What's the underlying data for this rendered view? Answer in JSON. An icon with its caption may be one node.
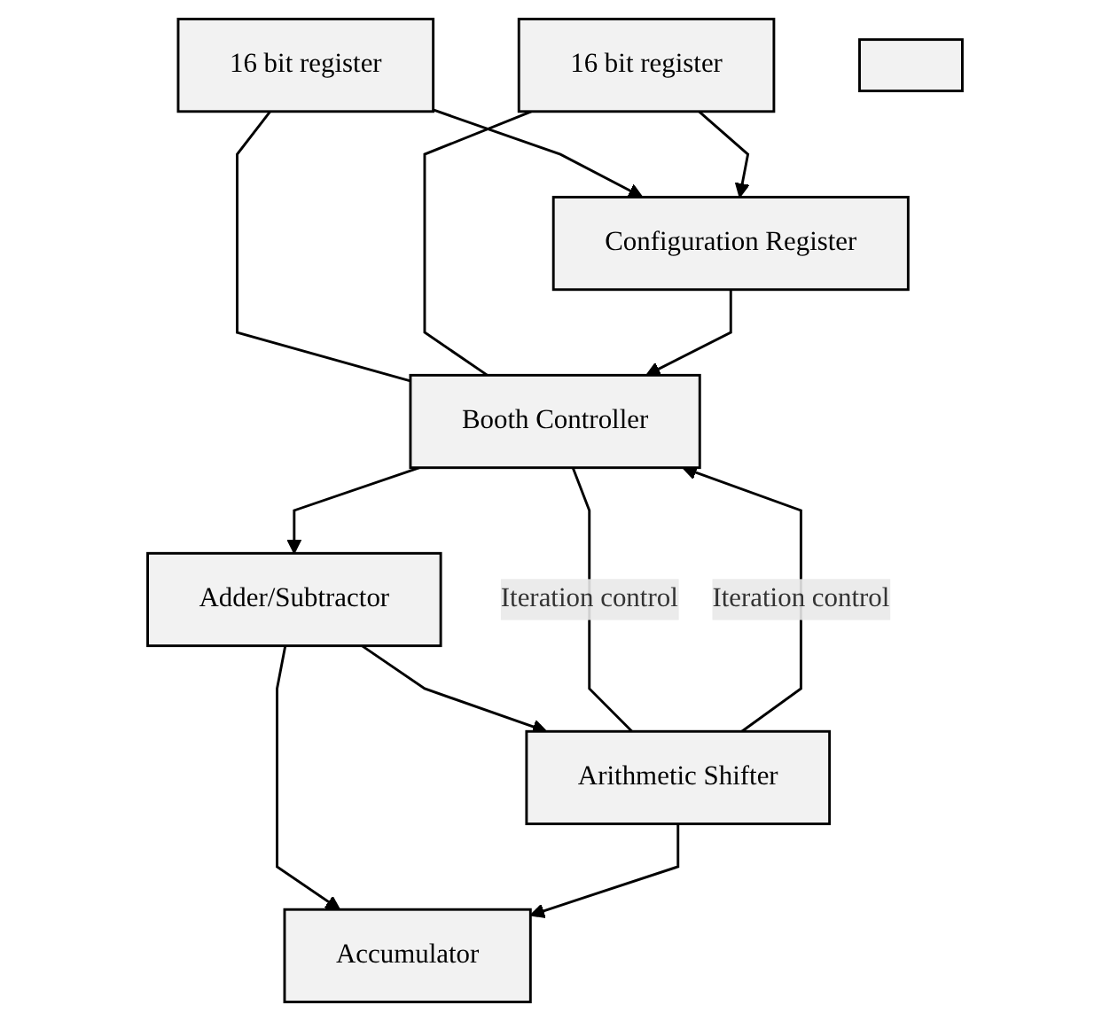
{
  "diagram": {
    "nodes": [
      {
        "text": [
          "16 bit register"
        ]
      },
      {
        "text": [
          "16 bit register"
        ]
      },
      {
        "text": [
          "Configuration Register"
        ]
      },
      {
        "text": [
          "Booth Controller"
        ]
      },
      {
        "text": [
          "Adder/Subtractor"
        ]
      },
      {
        "text": [
          "Arithmetic Shifter"
        ]
      },
      {
        "text": [
          "Accumulator"
        ]
      },
      {
        "text": [],
        "shape": "box"
      }
    ],
    "edges": [
      {
        "from": 0,
        "to": 2,
        "arrow": "to"
      },
      {
        "from": 1,
        "to": 2,
        "arrow": "to"
      },
      {
        "from": 0,
        "to": 3,
        "arrow": "none"
      },
      {
        "from": 1,
        "to": 3,
        "arrow": "none"
      },
      {
        "from": 2,
        "to": 3,
        "arrow": "to"
      },
      {
        "from": 3,
        "to": 4,
        "arrow": "to"
      },
      {
        "from": 4,
        "to": 5,
        "arrow": "to"
      },
      {
        "from": 4,
        "to": 6,
        "arrow": "to"
      },
      {
        "from": 5,
        "to": 6,
        "arrow": "to"
      },
      {
        "from": 3,
        "to": 5,
        "arrow": "none",
        "label": "Iteration control"
      },
      {
        "from": 5,
        "to": 3,
        "arrow": "to",
        "label": "Iteration control"
      }
    ]
  }
}
